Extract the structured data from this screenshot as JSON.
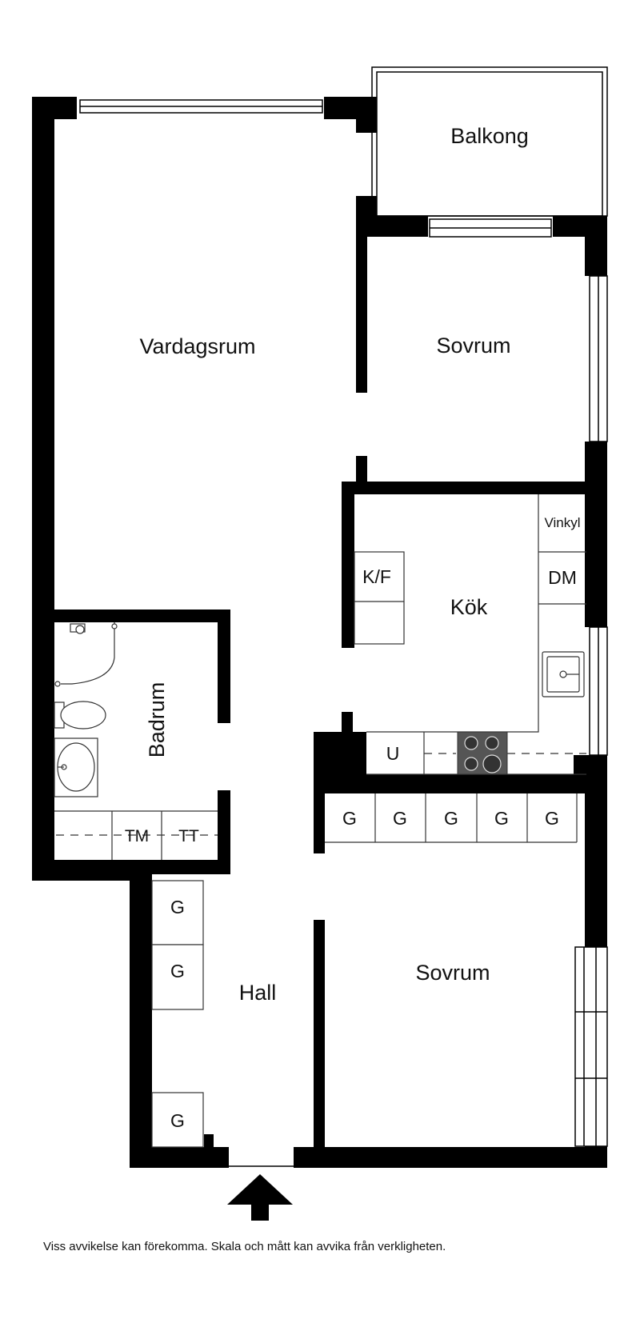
{
  "rooms": {
    "balkong": "Balkong",
    "vardagsrum": "Vardagsrum",
    "sovrum_1": "Sovrum",
    "kok": "Kök",
    "badrum": "Badrum",
    "hall": "Hall",
    "sovrum_2": "Sovrum"
  },
  "fixtures": {
    "vinkyl": "Vinkyl",
    "dm": "DM",
    "kf": "K/F",
    "u": "U",
    "tm": "TM",
    "tt": "TT",
    "g": "G"
  },
  "disclaimer": "Viss avvikelse kan förekomma. Skala och mått kan avvika från verkligheten.",
  "colors": {
    "wall": "#000000",
    "line": "#333333",
    "stove": "#555555"
  },
  "icons": [
    "entrance-arrow-icon",
    "sink-icon",
    "toilet-icon",
    "shower-icon",
    "stove-icon"
  ]
}
